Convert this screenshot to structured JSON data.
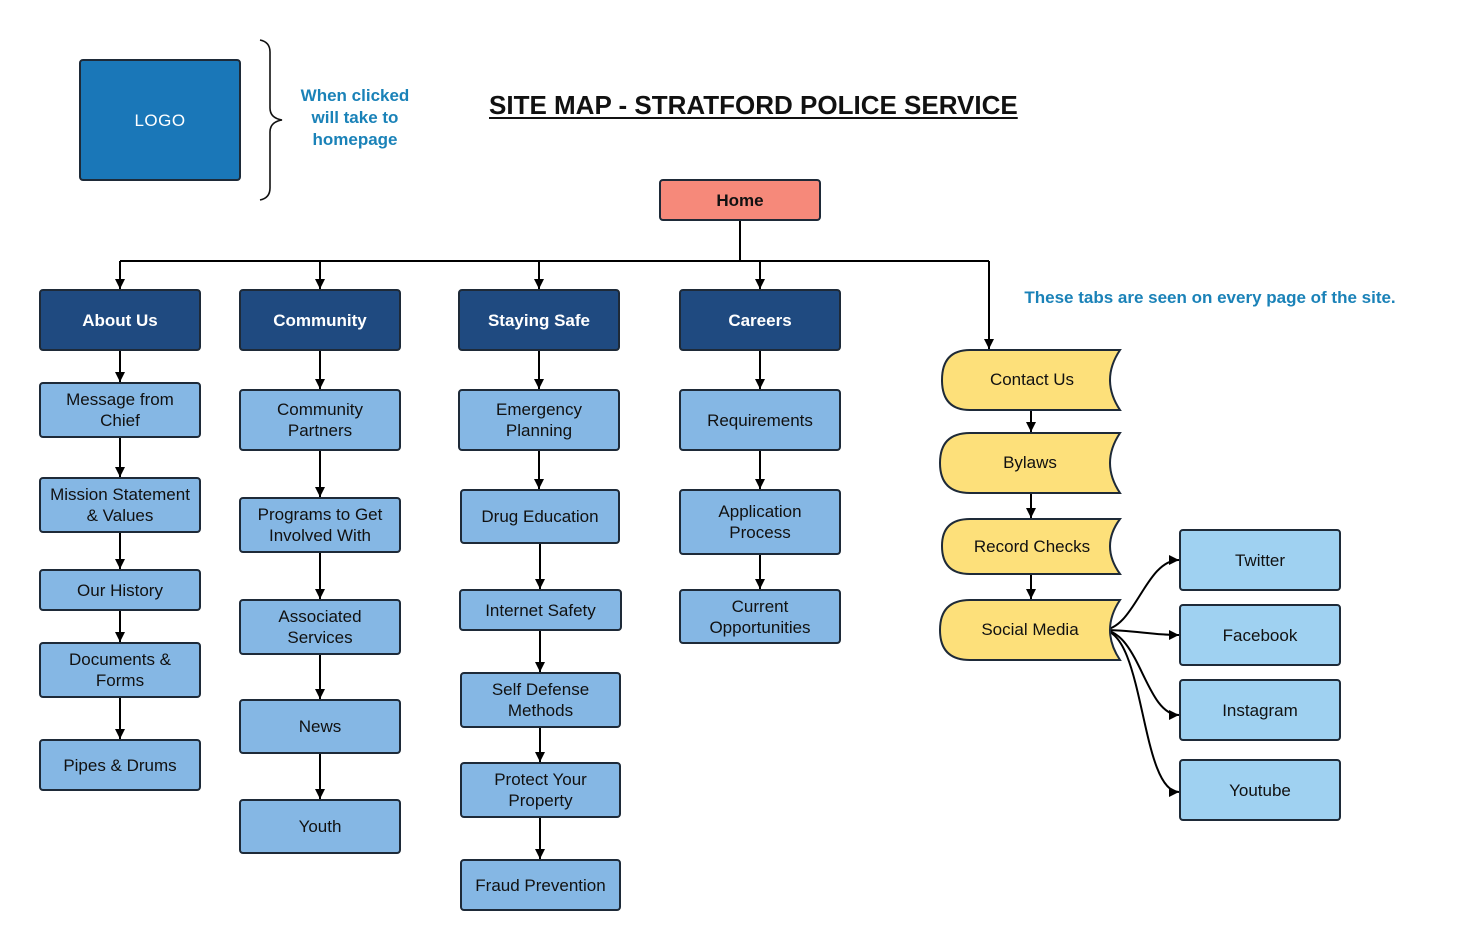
{
  "title": "SITE MAP - STRATFORD POLICE SERVICE",
  "logo": {
    "label": "LOGO"
  },
  "logo_note": {
    "line1": "When clicked",
    "line2": "will take to",
    "line3": "homepage"
  },
  "tabs_note": "These tabs are seen on every page of the site.",
  "home": "Home",
  "columns": {
    "about": {
      "header": "About Us",
      "items": [
        [
          "Message from",
          "Chief"
        ],
        [
          "Mission Statement",
          "& Values"
        ],
        [
          "Our History"
        ],
        [
          "Documents &",
          "Forms"
        ],
        [
          "Pipes & Drums"
        ]
      ]
    },
    "community": {
      "header": "Community",
      "items": [
        [
          "Community",
          "Partners"
        ],
        [
          "Programs to Get",
          "Involved With"
        ],
        [
          "Associated",
          "Services"
        ],
        [
          "News"
        ],
        [
          "Youth"
        ]
      ]
    },
    "safe": {
      "header": "Staying Safe",
      "items": [
        [
          "Emergency",
          "Planning"
        ],
        [
          "Drug Education"
        ],
        [
          "Internet Safety"
        ],
        [
          "Self Defense",
          "Methods"
        ],
        [
          "Protect Your",
          "Property"
        ],
        [
          "Fraud Prevention"
        ]
      ]
    },
    "careers": {
      "header": "Careers",
      "items": [
        [
          "Requirements"
        ],
        [
          "Application",
          "Process"
        ],
        [
          "Current",
          "Opportunities"
        ]
      ]
    }
  },
  "persistent_tabs": [
    "Contact Us",
    "Bylaws",
    "Record Checks",
    "Social Media"
  ],
  "social": [
    "Twitter",
    "Facebook",
    "Instagram",
    "Youtube"
  ],
  "colors": {
    "home": "#f6897a",
    "tab": "#1f4a80",
    "page": "#85b7e4",
    "persistent_tab": "#fde07a",
    "social": "#9fd1f1",
    "note": "#1a82b8",
    "logo": "#1a77b8"
  }
}
